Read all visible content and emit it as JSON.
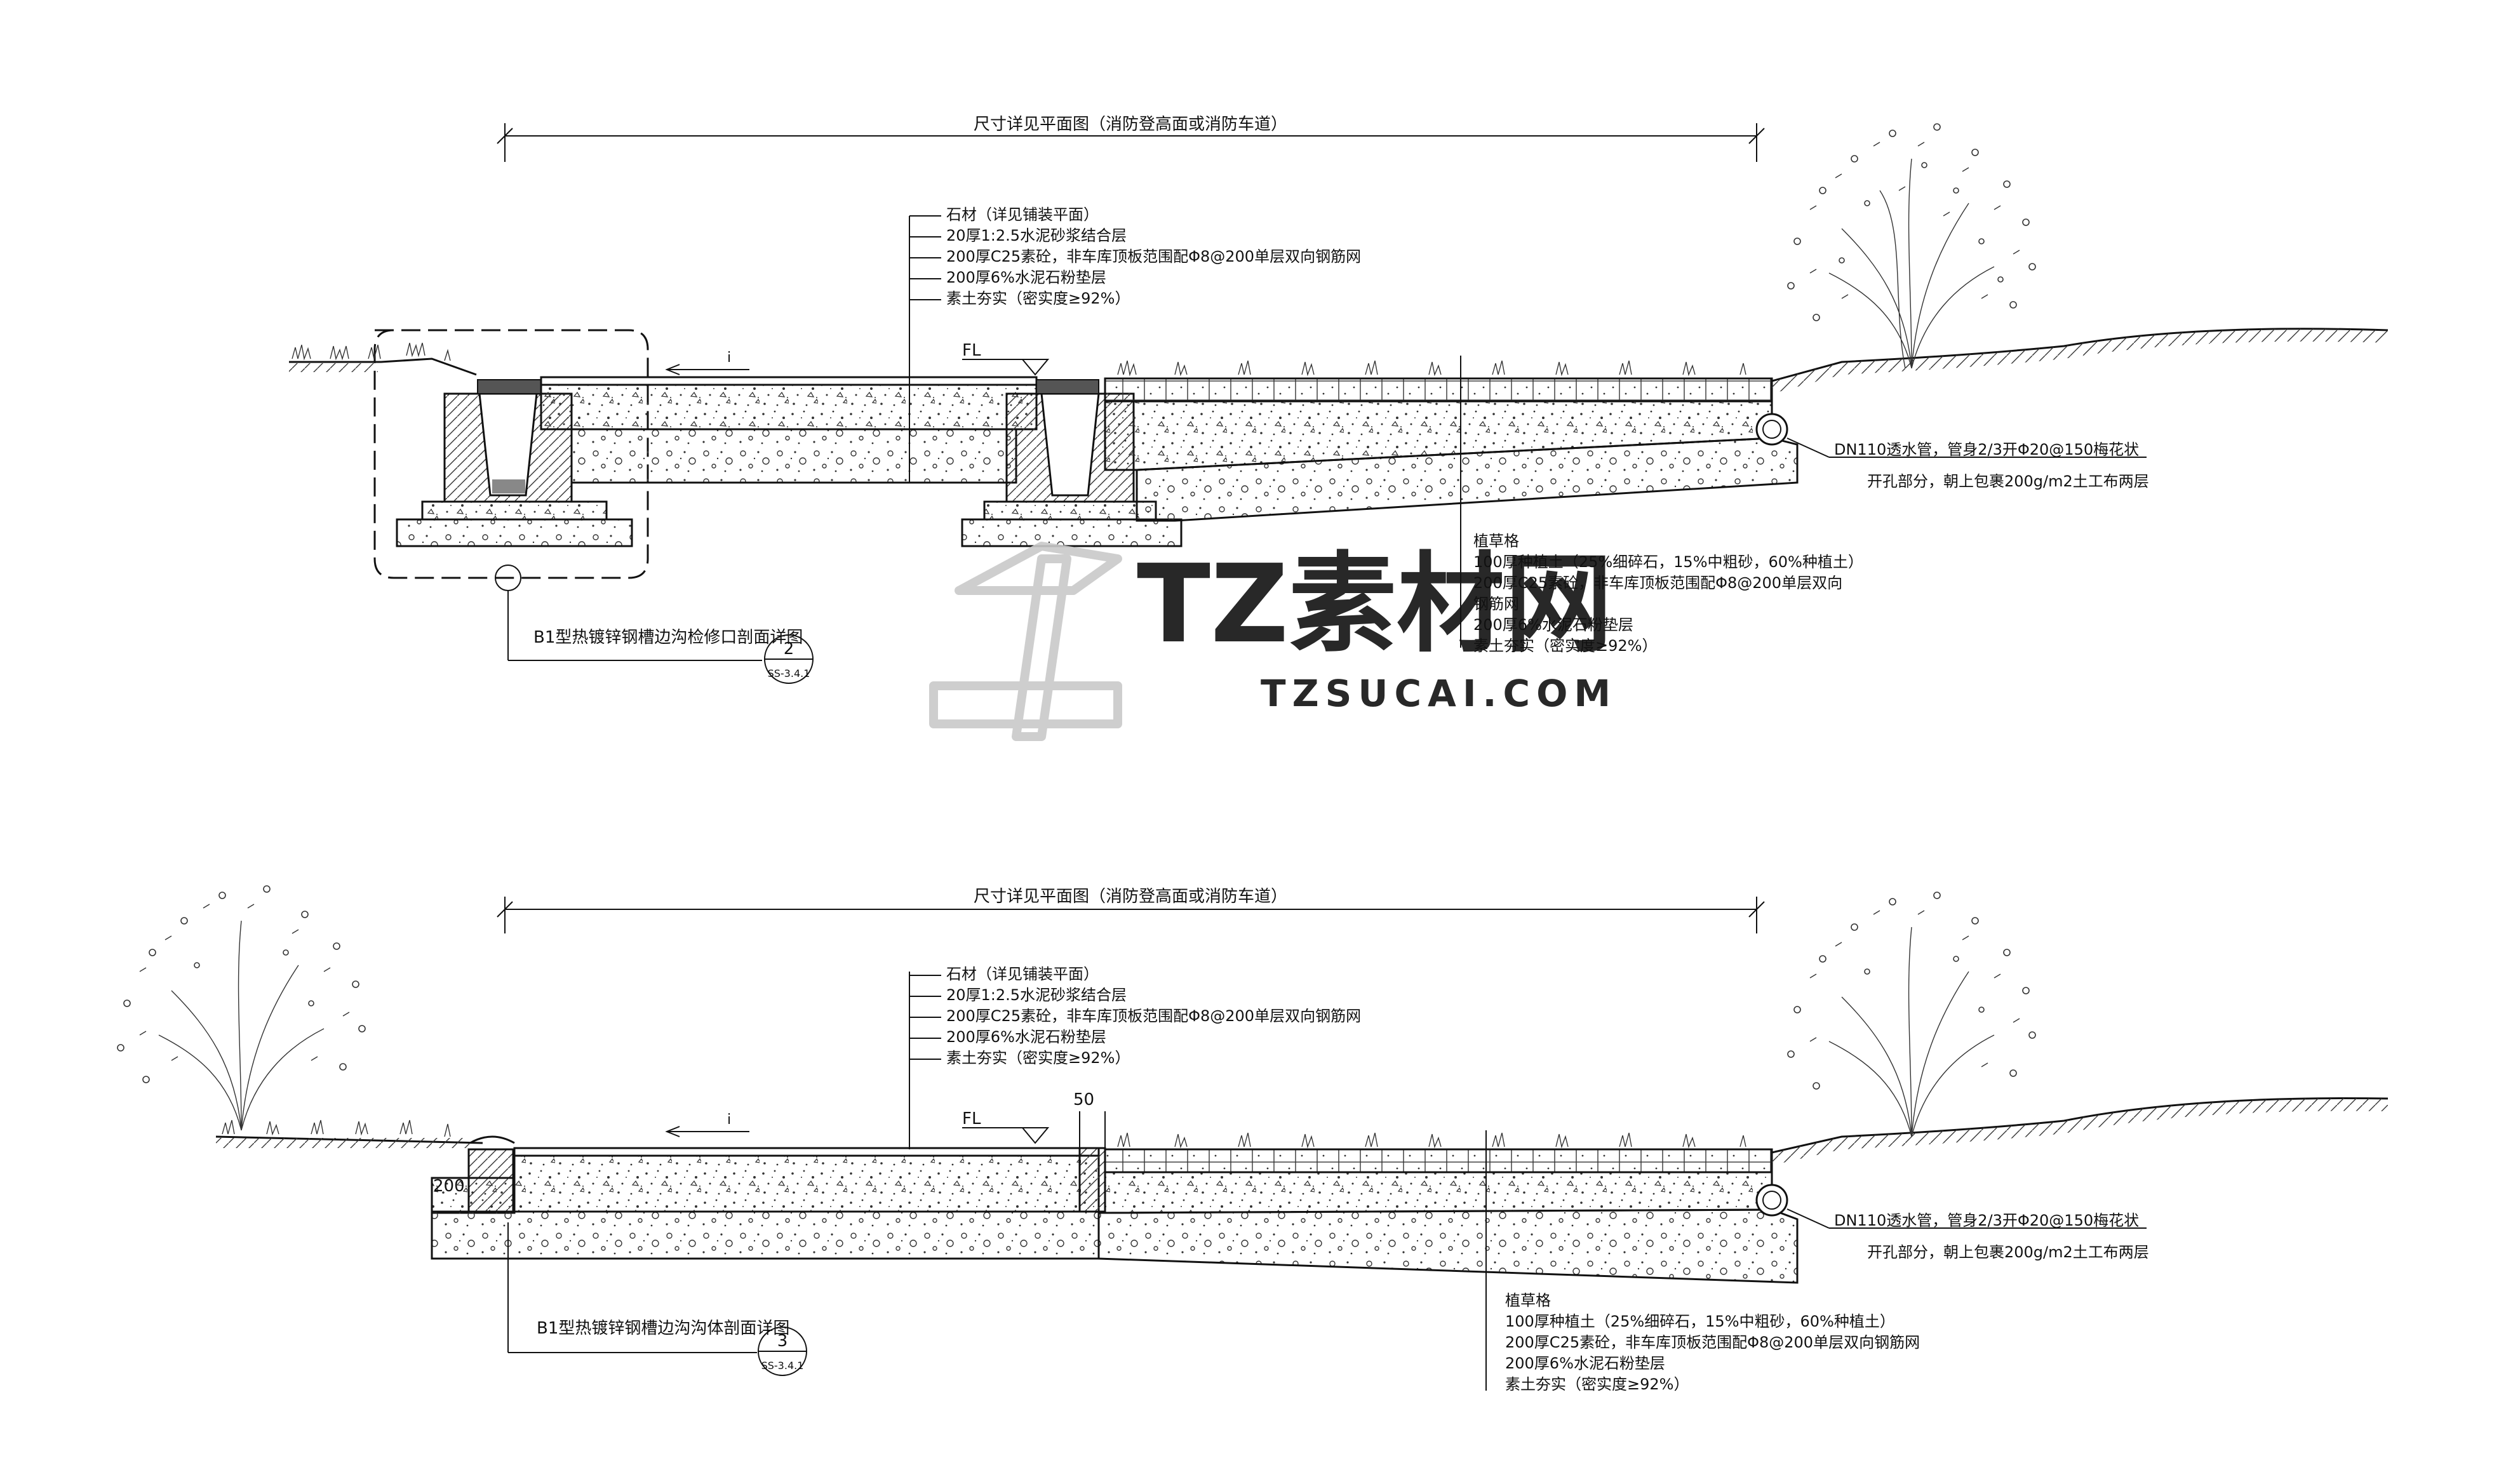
{
  "sections": [
    {
      "id": "top",
      "dimension_label": "尺寸详见平面图（消防登高面或消防车道）",
      "paving_layers": [
        "石材（详见铺装平面）",
        "20厚1:2.5水泥砂浆结合层",
        "200厚C25素砼，非车库顶板范围配Φ8@200单层双向钢筋网",
        "200厚6%水泥石粉垫层",
        "素土夯实（密实度≥92%）"
      ],
      "fl_label": "FL",
      "slope_label": "i",
      "pipe_note": [
        "DN110透水管，管身2/3开Φ20@150梅花状",
        "开孔部分，朝上包裹200g/m2土工布两层"
      ],
      "grass_layers": [
        "植草格",
        "100厚种植土（25%细碎石，15%中粗砂，60%种植土）",
        "200厚C25素砼，非车库顶板范围配Φ8@200单层双向",
        "钢筋网",
        "200厚6%水泥石粉垫层",
        "素土夯实（密实度≥92%）"
      ],
      "detail_ref": {
        "label": "B1型热镀锌钢槽边沟检修口剖面详图",
        "number": "2",
        "sheet": "SS-3.4.1"
      }
    },
    {
      "id": "bottom",
      "dimension_label": "尺寸详见平面图（消防登高面或消防车道）",
      "paving_layers": [
        "石材（详见铺装平面）",
        "20厚1:2.5水泥砂浆结合层",
        "200厚C25素砼，非车库顶板范围配Φ8@200单层双向钢筋网",
        "200厚6%水泥石粉垫层",
        "素土夯实（密实度≥92%）"
      ],
      "fl_label": "FL",
      "slope_label": "i",
      "dim_50": "50",
      "dim_200": "200",
      "pipe_note": [
        "DN110透水管，管身2/3开Φ20@150梅花状",
        "开孔部分，朝上包裹200g/m2土工布两层"
      ],
      "grass_layers": [
        "植草格",
        "100厚种植土（25%细碎石，15%中粗砂，60%种植土）",
        "200厚C25素砼，非车库顶板范围配Φ8@200单层双向钢筋网",
        "200厚6%水泥石粉垫层",
        "素土夯实（密实度≥92%）"
      ],
      "detail_ref": {
        "label": "B1型热镀锌钢槽边沟沟体剖面详图",
        "number": "3",
        "sheet": "SS-3.4.1"
      }
    }
  ],
  "watermark": {
    "brand": "TZ素材网",
    "url": "TZSUCAI.COM"
  },
  "colors": {
    "line": "#111111",
    "watermark": "#c9c9c9",
    "background": "#ffffff"
  }
}
